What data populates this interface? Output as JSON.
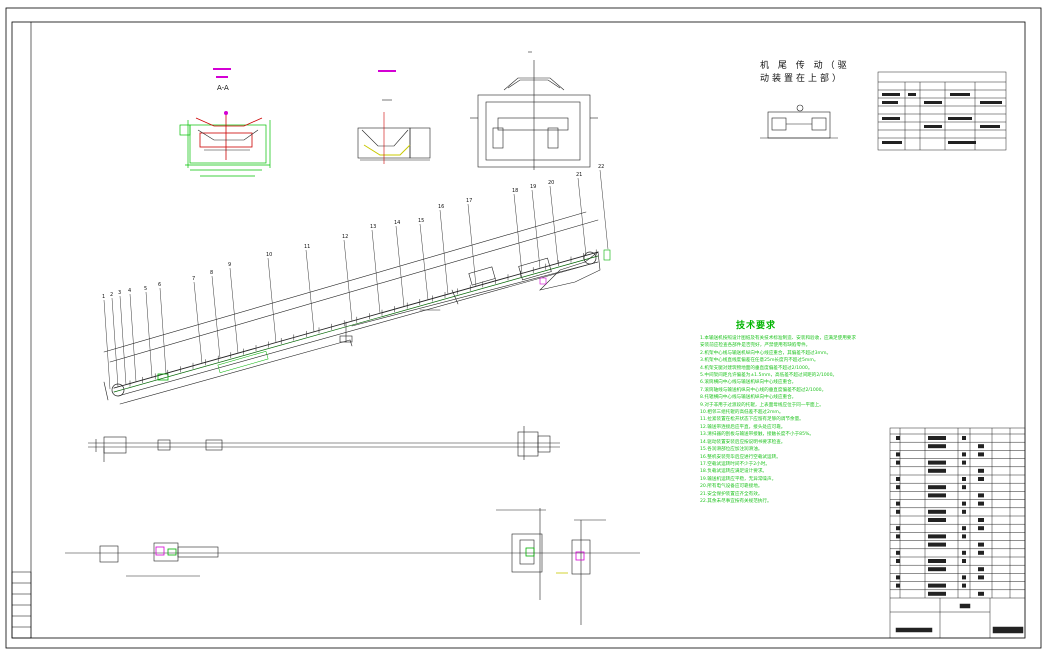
{
  "drawing": {
    "section_label": "A-A",
    "tail_drive_title": "机 尾 传 动（驱动装置在上部）",
    "tech_requirements_title": "技术要求",
    "tech_notes": [
      "1.本输送机按照设计图纸及有关技术标准制造、安装和验收，应满足使用要求",
      "  安装前应检查各部件是否完好，严禁使用有缺陷零件。",
      "2.机架中心线与输送机纵向中心线应重合，其偏差不超过3mm。",
      "3.机架中心线直线度偏差在任意25m长度内不超过5mm。",
      "4.机架支腿对建筑物地面的垂直度偏差不超过2/1000。",
      "5.中间架间距允许偏差为±1.5mm，高低差不超过间距的2/1000。",
      "6.滚筒横向中心线与输送机纵向中心线应重合。",
      "7.滚筒轴线与输送机纵向中心线的垂直度偏差不超过2/1000。",
      "8.托辊横向中心线与输送机纵向中心线应重合。",
      "9.对于非用于过渡段的托辊，上表面母线应位于同一平面上。",
      "10.相邻三组托辊的高低差不超过2mm。",
      "11.拉紧装置在松开状态下应留有足够的调节余量。",
      "12.输送带连接后应平直，接头处应可靠。",
      "13.清扫器的刮板与输送带接触，接触长度不小于85%。",
      "14.驱动装置安装后应按说明书要求检查。",
      "15.各润滑部位应加注润滑油。",
      "16.整机安装完毕后应进行空载试运转。",
      "17.空载试运转时间不少于2小时。",
      "18.负载试运转应满足设计要求。",
      "19.输送机运转应平稳，无异常噪声。",
      "20.所有电气设备应可靠接地。",
      "21.安全保护装置应齐全有效。",
      "22.其余未尽事宜按有关规范执行。"
    ],
    "part_numbers": [
      "1",
      "2",
      "3",
      "4",
      "5",
      "6",
      "7",
      "8",
      "9",
      "10",
      "11",
      "12",
      "13",
      "14",
      "15",
      "16",
      "17",
      "18",
      "19",
      "20",
      "21",
      "22"
    ]
  }
}
